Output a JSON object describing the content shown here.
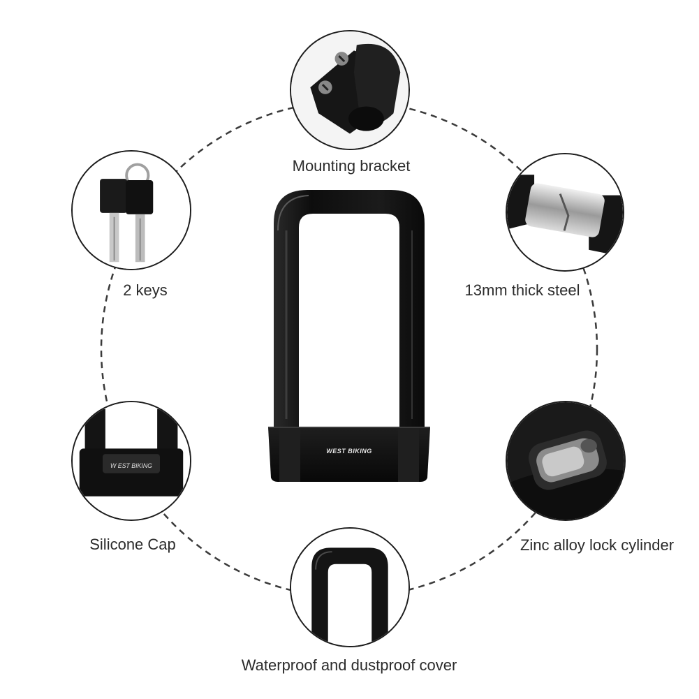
{
  "product": {
    "brand_logo": "WEST BIKING",
    "colors": {
      "lock_body": "#141414",
      "ring_stroke": "#1c1c1c",
      "dashed_circle": "#3a3a3a",
      "label": "#2b2b2b"
    }
  },
  "features": {
    "mounting_bracket": "Mounting bracket",
    "keys": "2 keys",
    "steel": "13mm thick steel",
    "silicone_cap": "Silicone Cap",
    "lock_cylinder": "Zinc alloy lock cylinder",
    "cover": "Waterproof and dustproof cover"
  }
}
